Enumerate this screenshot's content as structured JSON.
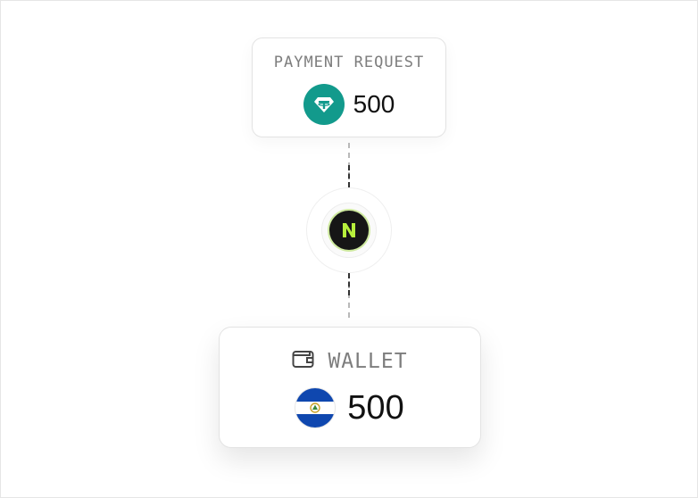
{
  "payment_request": {
    "title": "PAYMENT REQUEST",
    "amount": "500",
    "icon": "tether-icon",
    "icon_color": "#129a8c"
  },
  "hub": {
    "letter": "N",
    "icon": "n-logo-icon",
    "letter_color": "#b7f03c",
    "background": "#161616"
  },
  "wallet": {
    "title": "WALLET",
    "amount": "500",
    "wallet_icon": "wallet-icon",
    "flag_icon": "el-salvador-flag-icon",
    "flag_colors": [
      "#0f47af",
      "#ffffff",
      "#0f47af"
    ]
  }
}
